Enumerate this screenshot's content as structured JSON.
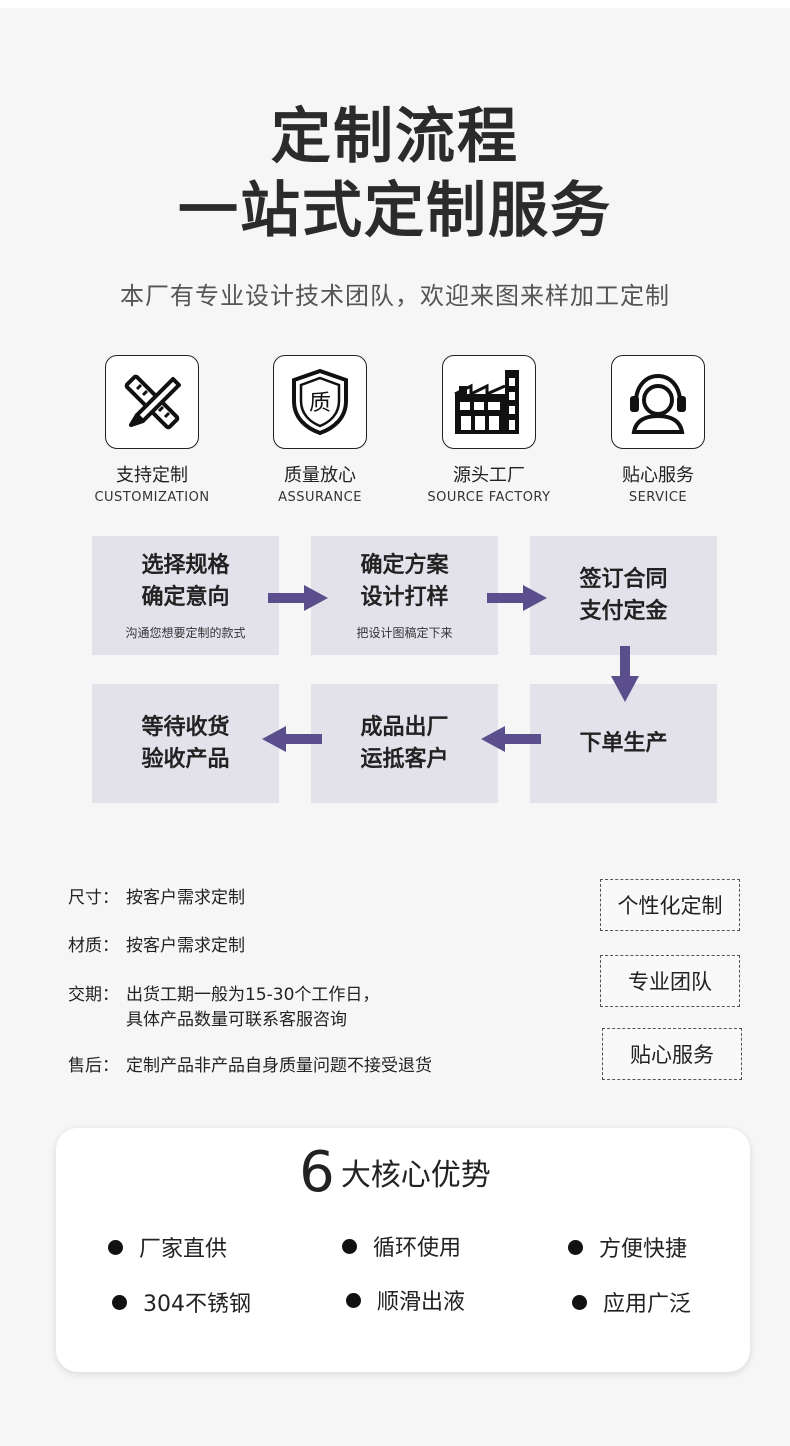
{
  "header": {
    "title_line1": "定制流程",
    "title_line2": "一站式定制服务",
    "subtitle": "本厂有专业设计技术团队，欢迎来图来样加工定制"
  },
  "features": [
    {
      "cn": "支持定制",
      "en": "CUSTOMIZATION",
      "icon": "pencil-ruler-icon"
    },
    {
      "cn": "质量放心",
      "en": "ASSURANCE",
      "icon": "quality-shield-icon",
      "glyph": "质"
    },
    {
      "cn": "源头工厂",
      "en": "SOURCE FACTORY",
      "icon": "factory-icon"
    },
    {
      "cn": "贴心服务",
      "en": "SERVICE",
      "icon": "customer-service-headset-icon"
    }
  ],
  "steps": [
    {
      "main": "选择规格\n确定意向",
      "note": "沟通您想要定制的款式"
    },
    {
      "main": "确定方案\n设计打样",
      "note": "把设计图稿定下来"
    },
    {
      "main": "签订合同\n支付定金",
      "note": ""
    },
    {
      "main": "下单生产",
      "note": ""
    },
    {
      "main": "成品出厂\n运抵客户",
      "note": ""
    },
    {
      "main": "等待收货\n验收产品",
      "note": ""
    }
  ],
  "specs": [
    {
      "label": "尺寸：",
      "value": "按客户需求定制",
      "value2": ""
    },
    {
      "label": "材质：",
      "value": "按客户需求定制",
      "value2": ""
    },
    {
      "label": "交期：",
      "value": "出货工期一般为15-30个工作日，",
      "value2": "具体产品数量可联系客服咨询"
    },
    {
      "label": "售后：",
      "value": "定制产品非产品自身质量问题不接受退货",
      "value2": ""
    }
  ],
  "tags": [
    "个性化定制",
    "专业团队",
    "贴心服务"
  ],
  "advantages": {
    "number": "6",
    "title": "大核心优势",
    "items": [
      "厂家直供",
      "循环使用",
      "方便快捷",
      "304不锈钢",
      "顺滑出液",
      "应用广泛"
    ]
  },
  "colors": {
    "background": "#f6f6f6",
    "step_box": "#e3e2ea",
    "arrow": "#5a4f8c",
    "text": "#222222"
  }
}
